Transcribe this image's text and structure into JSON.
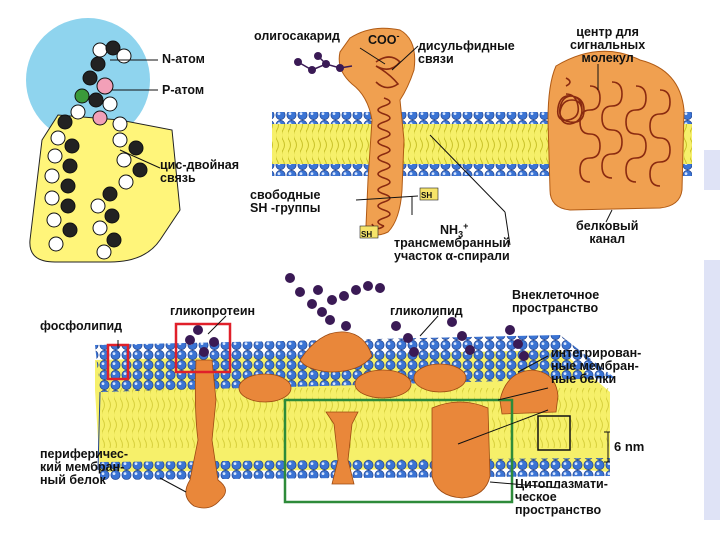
{
  "top": {
    "phospholipid": {
      "n_atom": "N-атом",
      "p_atom": "P-атом",
      "cis_bond": "цис-двойная\nсвязь"
    },
    "receptor": {
      "oligosaccharide": "олигосакарид",
      "coo": "COO",
      "coo_charge": "-",
      "disulfide": "дисульфидные\nсвязи",
      "free_sh": "свободные\nSH -группы",
      "sh_tag": "SH",
      "nh3": "NH",
      "nh3_sub": "3",
      "nh3_charge": "+",
      "transmembrane": "трансмембранный\nучасток α-спирали"
    },
    "channel": {
      "signal_center": "центр для\nсигнальных\nмолекул",
      "protein_channel": "белковый\nканал"
    }
  },
  "bottom": {
    "glycoprotein": "гликопротеин",
    "glycolipid": "гликолипид",
    "extracellular": "Внеклеточное\nпространство",
    "phospholipid": "фосфолипид",
    "integral": "интегрирован-\nные мембран-\nные белки",
    "thickness": "6 nm",
    "peripheral": "периферичес-\nкий мембран-\nный белок",
    "cytoplasmic": "Цитоплазмати-\nческое\nпространство"
  },
  "colors": {
    "membrane_head": "#3b74d4",
    "membrane_tail": "#f3f065",
    "protein": "#e9873a",
    "sugar": "#3a1a55",
    "highlight_red": "#e0202a",
    "highlight_green": "#2e8b3a",
    "head_group_bg": "#8fd4ee",
    "background_strip": "#dfe3f6"
  }
}
